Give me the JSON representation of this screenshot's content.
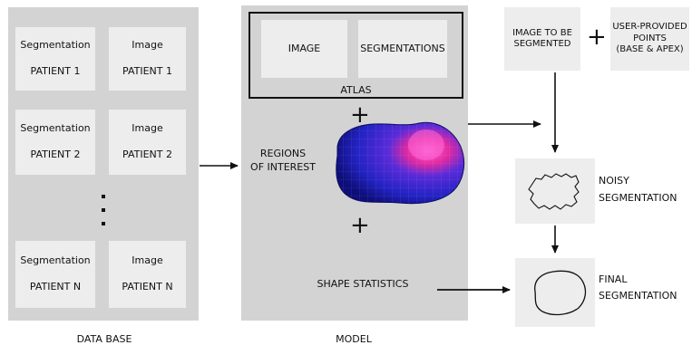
{
  "database": {
    "caption": "DATA BASE",
    "patients": [
      {
        "seg_label": "Segmentation",
        "img_label": "Image",
        "patient": "PATIENT 1"
      },
      {
        "seg_label": "Segmentation",
        "img_label": "Image",
        "patient": "PATIENT 2"
      },
      {
        "seg_label": "Segmentation",
        "img_label": "Image",
        "patient": "PATIENT N"
      }
    ]
  },
  "model": {
    "caption": "MODEL",
    "atlas": {
      "label": "ATLAS",
      "image": "IMAGE",
      "segmentations": "SEGMENTATIONS"
    },
    "plus": "+",
    "roi_line1": "REGIONS",
    "roi_line2": "OF INTEREST",
    "shape_statistics": "SHAPE STATISTICS"
  },
  "inputs": {
    "image_line1": "IMAGE TO BE",
    "image_line2": "SEGMENTED",
    "plus": "+",
    "points_line1": "USER-PROVIDED",
    "points_line2": "POINTS",
    "points_line3": "(BASE & APEX)"
  },
  "outputs": {
    "noisy_line1": "NOISY",
    "noisy_line2": "SEGMENTATION",
    "final_line1": "FINAL",
    "final_line2": "SEGMENTATION"
  },
  "colors": {
    "panel": "#d3d3d3",
    "card": "#ededed",
    "shape_blue": "#1a1ab8",
    "shape_highlight": "#e83aa0"
  }
}
